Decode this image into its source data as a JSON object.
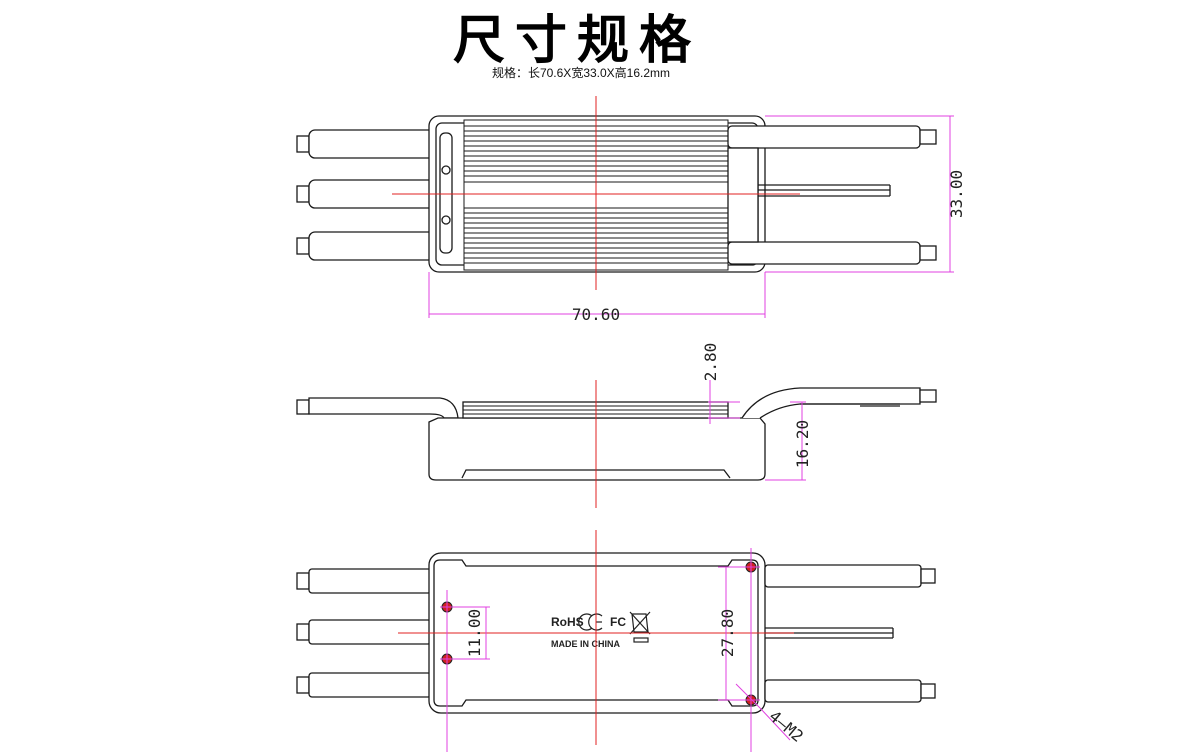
{
  "page": {
    "title": "尺寸规格",
    "subtitle": "规格：长70.6X宽33.0X高16.2mm"
  },
  "top_view": {
    "length_label": "70.60",
    "width_label": "33.00"
  },
  "side_view": {
    "heatsink_label": "2.80",
    "height_label": "16.20"
  },
  "bottom_view": {
    "hole_spacing_short": "11.00",
    "hole_spacing_long": "27.80",
    "hole_callout": "4—M2",
    "mark_rohs": "RoHS",
    "mark_made_in": "MADE IN CHINA"
  },
  "colors": {
    "outline": "#1a1a1a",
    "dimension": "#e040e0",
    "centerline": "#e02020",
    "hole": "#d02020"
  }
}
